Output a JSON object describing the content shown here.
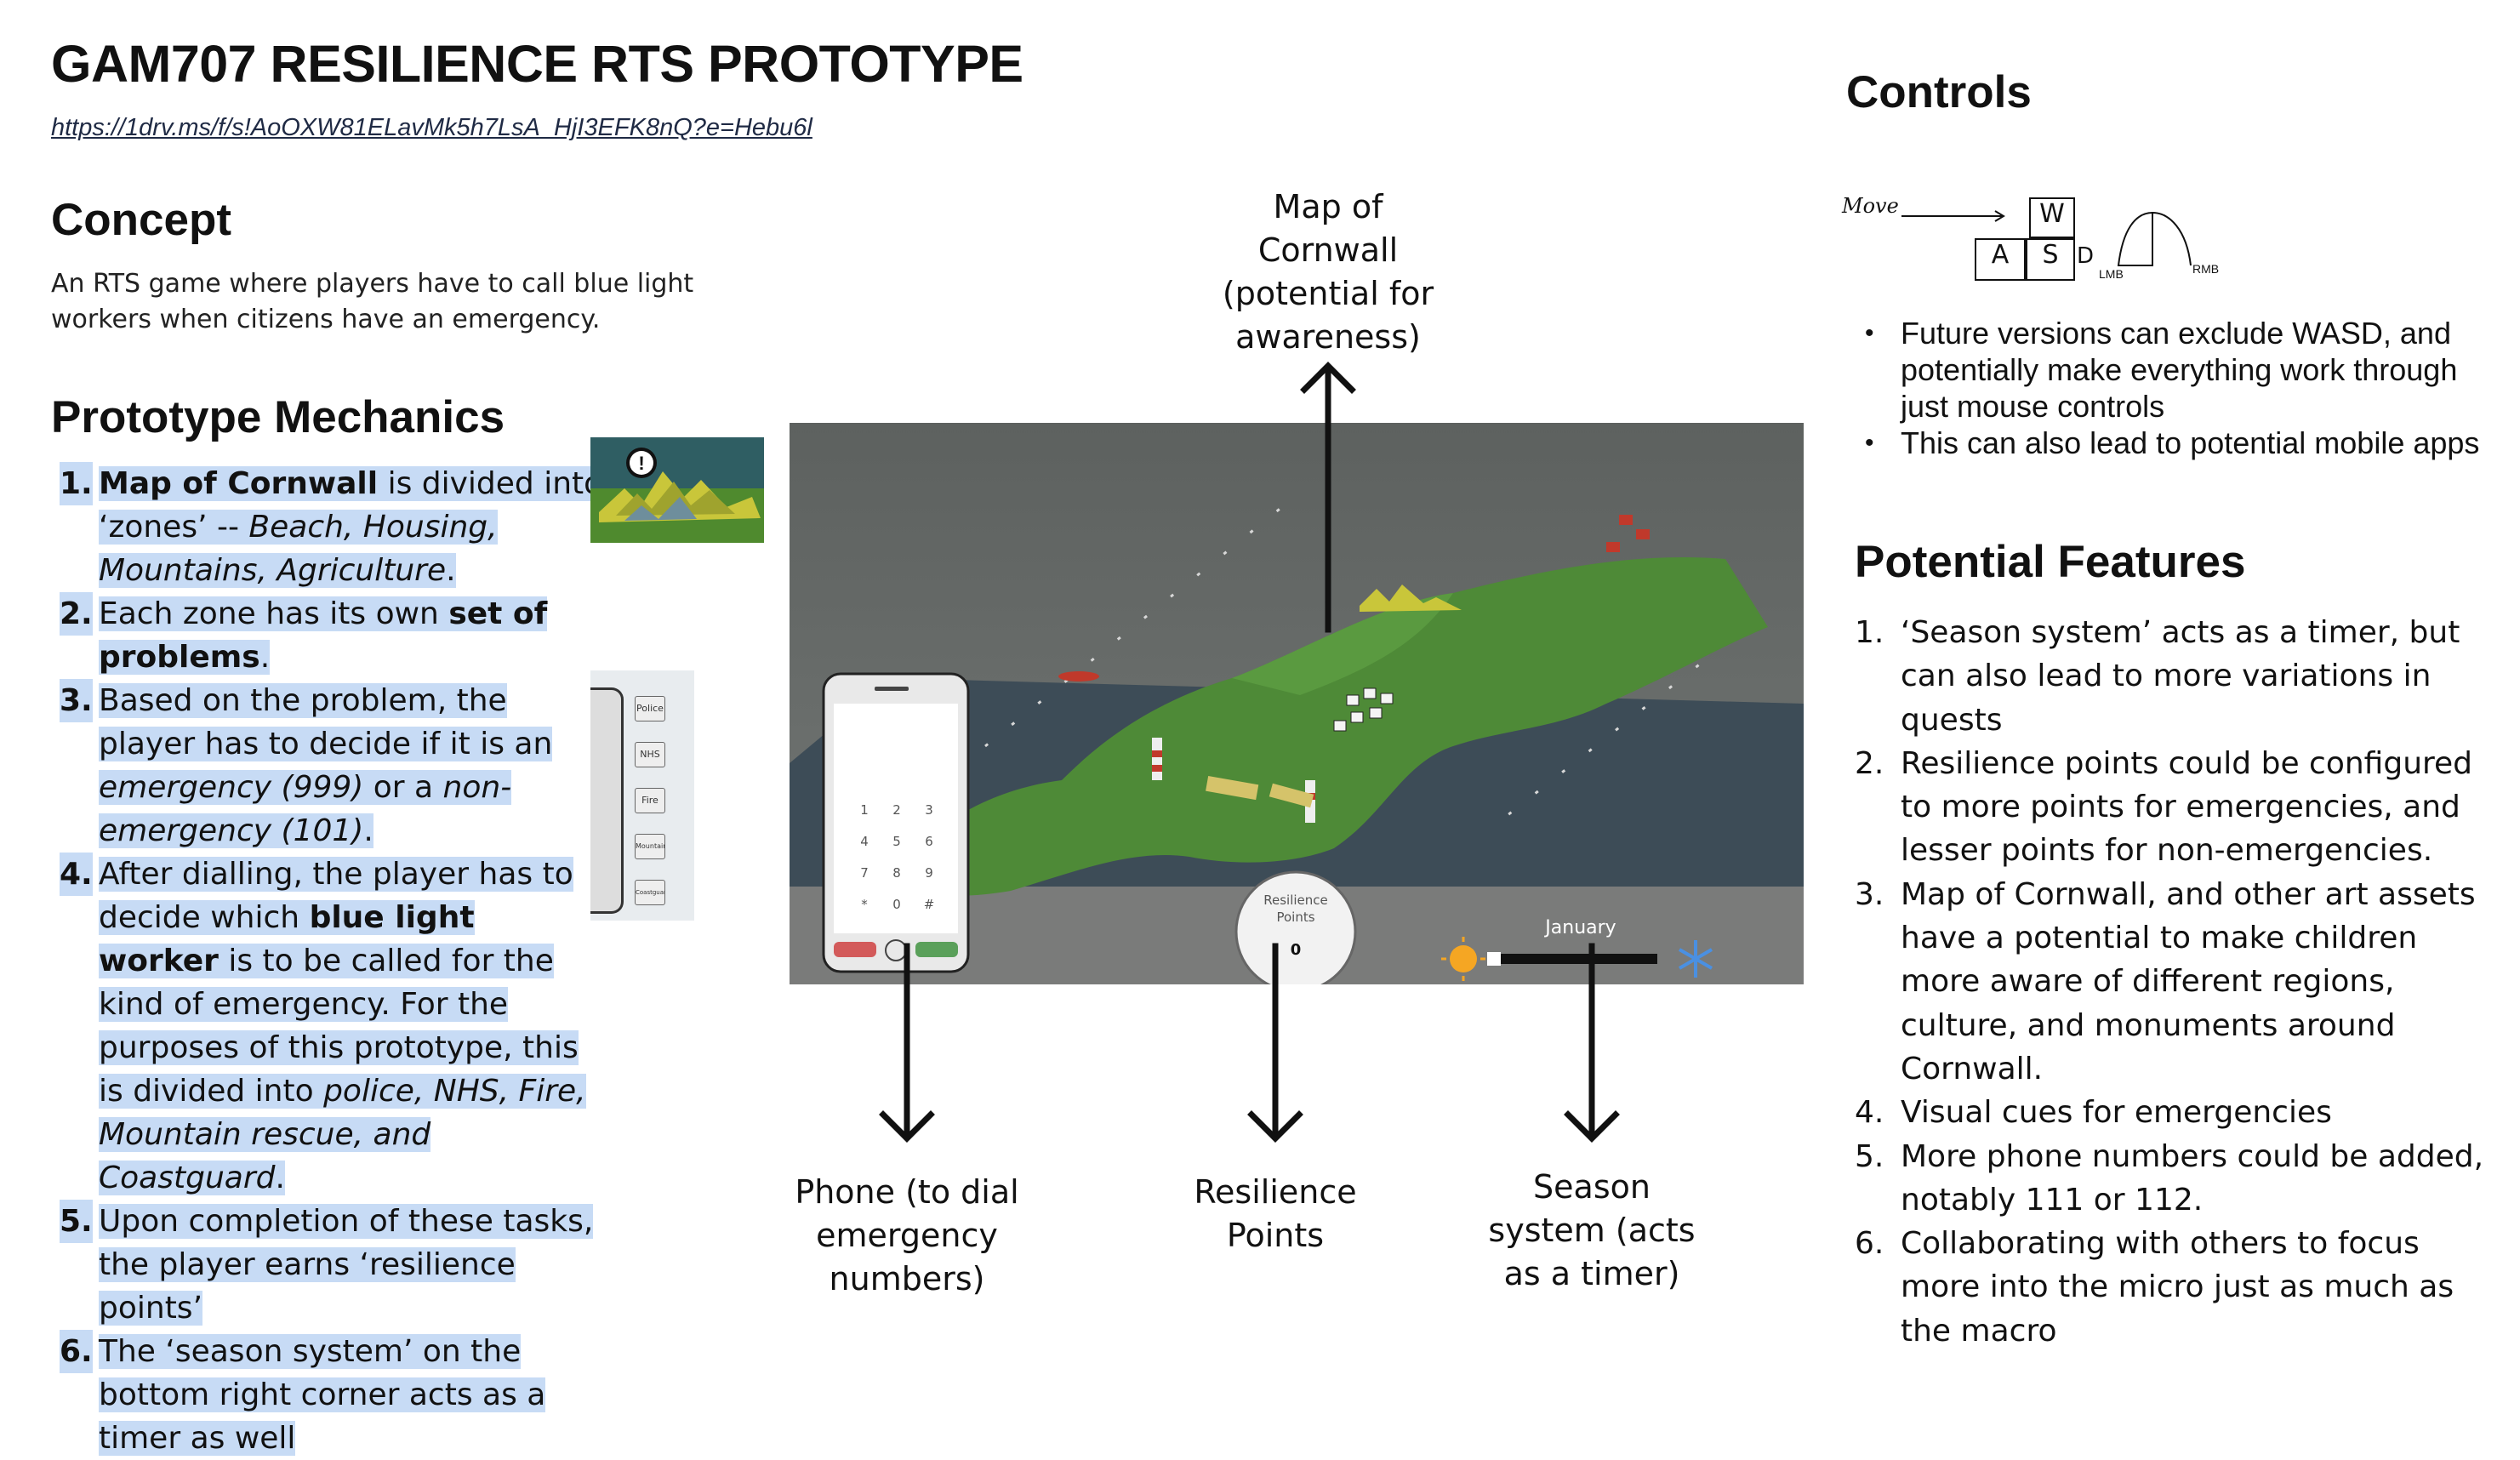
{
  "header": {
    "title": "GAM707 RESILIENCE RTS PROTOTYPE",
    "link": "https://1drv.ms/f/s!AoOXW81ELavMk5h7LsA_HjI3EFK8nQ?e=Hebu6l"
  },
  "concept": {
    "heading": "Concept",
    "line1": "An RTS game where players have to call blue light",
    "line2": "workers when citizens have an emergency."
  },
  "mechanics": {
    "heading": "Prototype Mechanics",
    "items": [
      {
        "num": "1.",
        "a": "Map of Cornwall",
        "b": " is divided into ‘zones’ -- ",
        "c": "Beach, Housing, Mountains, Agriculture",
        "d": "."
      },
      {
        "num": "2.",
        "a": "Each zone has its own ",
        "b": "set of problems",
        "c": "."
      },
      {
        "num": "3.",
        "a": "Based on the problem, the player has to decide if it is an ",
        "b": "emergency (999)",
        "c": " or a ",
        "d": "non-emergency (101)",
        "e": "."
      },
      {
        "num": "4.",
        "a": "After dialling, the player has to decide which ",
        "b": "blue light worker",
        "c": " is to be called for the kind of emergency. For the purposes of this prototype, this is divided into ",
        "d": "police, NHS, Fire, Mountain rescue, and Coastguard",
        "e": "."
      },
      {
        "num": "5.",
        "a": "Upon completion of these tasks, the player earns ‘resilience points’"
      },
      {
        "num": "6.",
        "a": "The ‘season system’ on the bottom right corner acts as a timer as well"
      }
    ],
    "side_buttons": [
      "Police",
      "NHS",
      "Fire",
      "Mountain",
      "Coastguard"
    ]
  },
  "annotations": {
    "map": [
      "Map of",
      "Cornwall",
      "(potential for",
      "awareness)"
    ],
    "phone": [
      "Phone (to dial",
      "emergency",
      "numbers)"
    ],
    "resilience": [
      "Resilience",
      "Points"
    ],
    "season": [
      "Season",
      "system (acts",
      "as a timer)"
    ]
  },
  "game_ui": {
    "phone_keys": [
      "1",
      "2",
      "3",
      "4",
      "5",
      "6",
      "7",
      "8",
      "9",
      "*",
      "0",
      "#"
    ],
    "resilience_label": "Resilience Points",
    "resilience_value": "0",
    "season_month": "January",
    "season_progress": 0.0
  },
  "controls": {
    "heading": "Controls",
    "sketch_move": "Move",
    "keys": [
      "W",
      "A",
      "S",
      "D"
    ],
    "lmb": "LMB",
    "rmb": "RMB",
    "bullets": [
      "Future versions can exclude WASD, and potentially make everything work through just mouse controls",
      "This can also lead to potential mobile apps"
    ]
  },
  "features": {
    "heading": "Potential Features",
    "items": [
      {
        "num": "1.",
        "text": "‘Season system’ acts as a timer, but can also lead to more variations in quests"
      },
      {
        "num": "2.",
        "text": "Resilience points could be configured to more points for emergencies, and lesser points for non-emergencies."
      },
      {
        "num": "3.",
        "text": "Map of Cornwall, and other art assets have a potential to make children more aware of different regions, culture, and monuments around Cornwall."
      },
      {
        "num": "4.",
        "text": "Visual cues for emergencies"
      },
      {
        "num": "5.",
        "text": "More phone numbers could be added, notably 111 or 112."
      },
      {
        "num": "6.",
        "text": "Collaborating with others to focus more into the micro just as much as the macro"
      }
    ]
  },
  "colors": {
    "highlight": "#c7dbf5",
    "map_green": "#4e8a37",
    "sea": "#3f4f5c",
    "sky": "#6a6e6e"
  }
}
